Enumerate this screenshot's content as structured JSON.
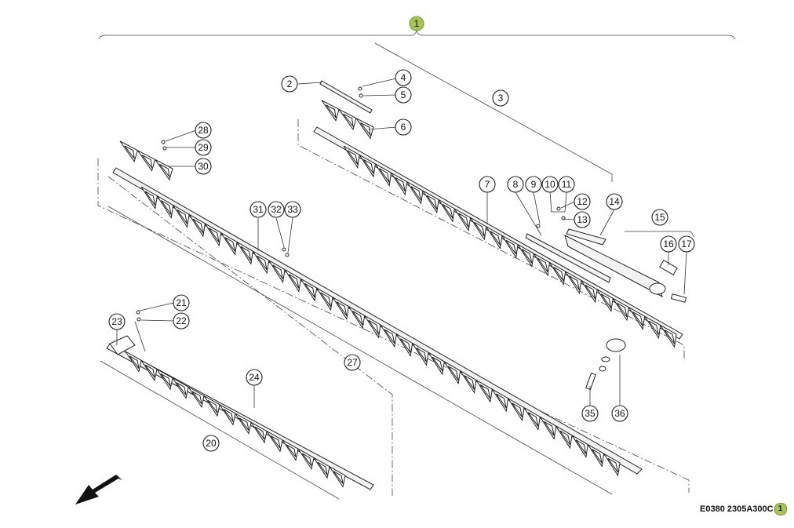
{
  "assembly_callout": "1",
  "drawing_code": "E0380 2305A300C",
  "drawing_code_badge": "1",
  "callouts": [
    "2",
    "3",
    "4",
    "5",
    "6",
    "7",
    "8",
    "9",
    "10",
    "11",
    "12",
    "13",
    "14",
    "15",
    "16",
    "17",
    "20",
    "21",
    "22",
    "23",
    "24",
    "27",
    "28",
    "29",
    "30",
    "31",
    "32",
    "33",
    "35",
    "36"
  ],
  "colors": {
    "accent": "#a7c45a",
    "line": "#222222"
  },
  "icons": [
    "direction-arrow-icon"
  ]
}
